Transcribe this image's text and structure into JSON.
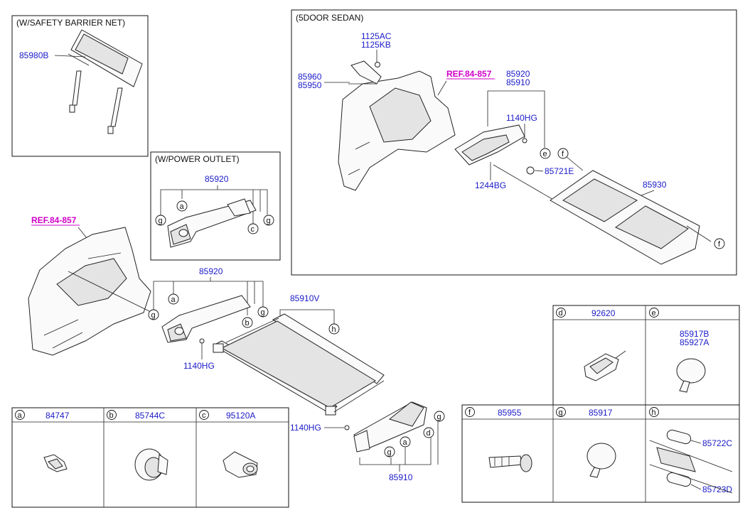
{
  "frames": {
    "safety_net": "(W/SAFETY BARRIER NET)",
    "power_outlet": "(W/POWER OUTLET)",
    "sedan": "(5DOOR SEDAN)"
  },
  "refs": {
    "main": "REF.84-857",
    "sedan": "REF.84-857"
  },
  "parts": {
    "p85980B": "85980B",
    "p85920_outlet": "85920",
    "p1125AC": "1125AC",
    "p1125KB": "1125KB",
    "p85960": "85960",
    "p85950": "85950",
    "p85920_sedan": "85920",
    "p85910_sedan": "85910",
    "p1140HG_sedan": "1140HG",
    "p85721E": "85721E",
    "p1244BG": "1244BG",
    "p85930": "85930",
    "p85920_main": "85920",
    "p85910V": "85910V",
    "p1140HG_a": "1140HG",
    "p1140HG_b": "1140HG",
    "p85910_main": "85910"
  },
  "legend": [
    {
      "letter": "a",
      "part": "84747"
    },
    {
      "letter": "b",
      "part": "85744C"
    },
    {
      "letter": "c",
      "part": "95120A"
    },
    {
      "letter": "d",
      "part": "92620"
    },
    {
      "letter": "e",
      "part": "85917B",
      "part2": "85927A"
    },
    {
      "letter": "f",
      "part": "85955"
    },
    {
      "letter": "g",
      "part": "85917"
    },
    {
      "letter": "h",
      "part": "85722C",
      "part2": "85723D"
    }
  ],
  "callouts": {
    "a": "a",
    "b": "b",
    "c": "c",
    "d": "d",
    "e": "e",
    "f": "f",
    "g": "g",
    "h": "h"
  }
}
